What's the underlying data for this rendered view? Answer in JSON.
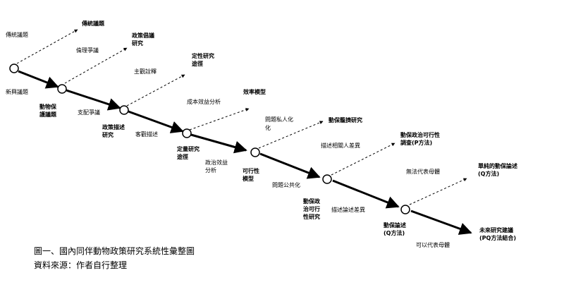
{
  "colors": {
    "ink": "#000000",
    "background": "#ffffff"
  },
  "labels": {
    "l1": "傳統議題",
    "l2": "傳統議題",
    "l3": "新興議題",
    "l4": "倫理爭議",
    "l5": "政策倡議",
    "l6": "研究",
    "l7": "動物保",
    "l8": "護議題",
    "l9": "主觀詮釋",
    "l10": "支配爭議",
    "l11": "定性研究",
    "l12": "途徑",
    "l13": "政策描述",
    "l14": "研究",
    "l15": "成本效益分析",
    "l16": "客觀描述",
    "l17": "效率模型",
    "l18": "定量研究",
    "l19": "途徑",
    "l20": "問題私人化",
    "l21": "化",
    "l22": "政治效益",
    "l23": "分析",
    "l24": "動保籠擠研究",
    "l25": "可行性",
    "l26": "模型",
    "l27": "描述相關人差異",
    "l28": "問題公共化",
    "l29": "動保政治可行性",
    "l30": "調查(P方法)",
    "l31": "動保政",
    "l32": "治可行",
    "l33": "性研究",
    "l34": "無法代表母體",
    "l35": "描述論述差異",
    "l36": "單純的動保論述",
    "l37": "(Q方法)",
    "l38": "動保論述",
    "l39": "(Q方法)",
    "l40": "未來研究建議",
    "l41": "(PQ方法結合)",
    "l42": "可以代表母體"
  },
  "caption": {
    "line1": "圖一、國內同伴動物政策研究系統性彙整圖",
    "line2": "資料來源：作者自行整理"
  }
}
